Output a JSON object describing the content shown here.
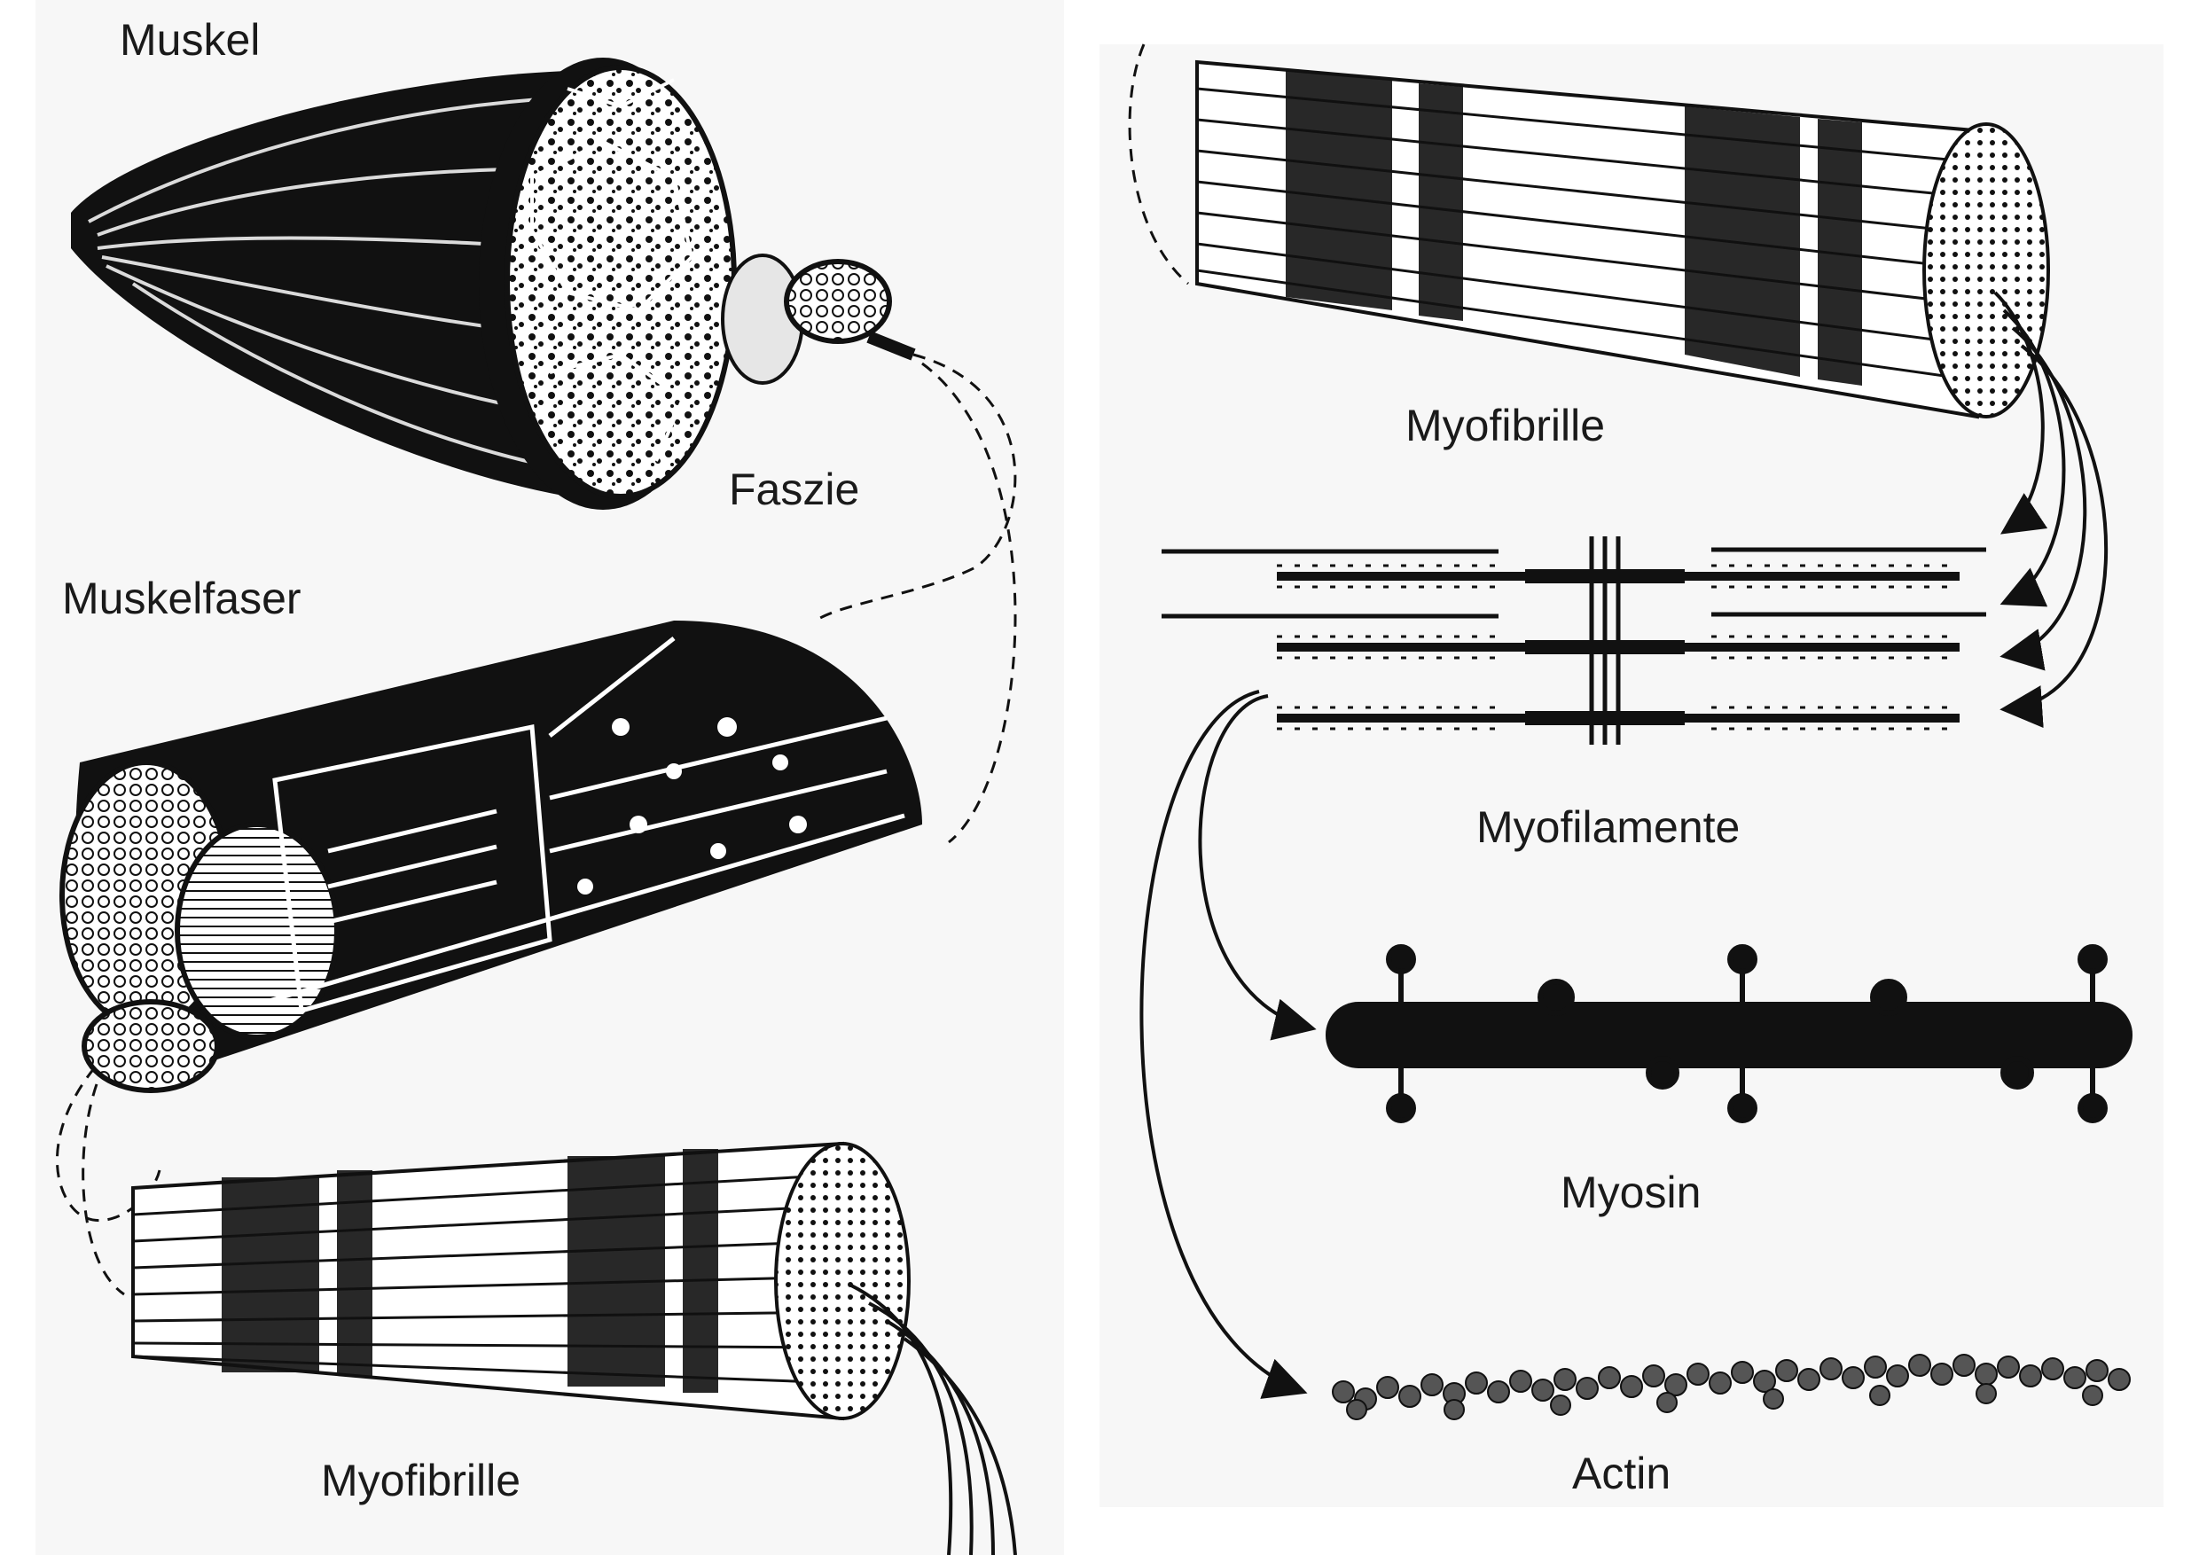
{
  "labels": {
    "muskel": "Muskel",
    "faszie": "Faszie",
    "muskelfaser": "Muskelfaser",
    "myofibrille_left": "Myofibrille",
    "myofibrille_right": "Myofibrille",
    "myofilamente": "Myofilamente",
    "myosin": "Myosin",
    "actin": "Actin"
  },
  "colors": {
    "ink": "#111111",
    "panel": "#f7f7f7",
    "paper": "#ffffff",
    "grey": "#9a9a9a"
  }
}
